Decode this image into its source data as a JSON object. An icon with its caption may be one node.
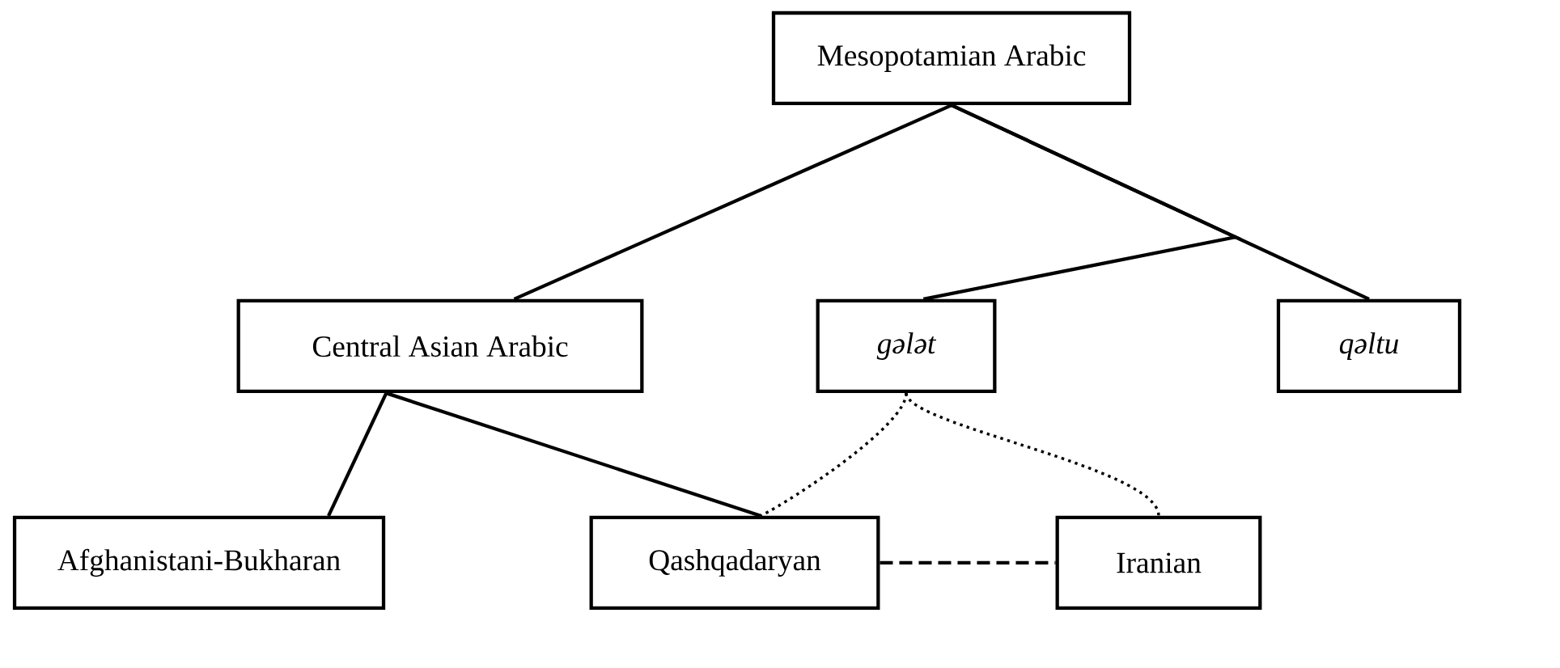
{
  "diagram": {
    "nodes": [
      {
        "text": [
          "Mesopotamian Arabic"
        ]
      },
      {
        "text": [
          "Central Asian Arabic"
        ]
      },
      {
        "text": [
          "gələt"
        ]
      },
      {
        "text": [
          "qəltu"
        ]
      },
      {
        "text": [
          "Afghanistani-Bukharan"
        ]
      },
      {
        "text": [
          "Qashqadaryan"
        ]
      },
      {
        "text": [
          "Iranian"
        ]
      }
    ],
    "edges": [
      {
        "from": 0,
        "to": 1,
        "arrow": "none"
      },
      {
        "from": 0,
        "to": 3,
        "arrow": "none"
      },
      {
        "from": 0,
        "to": 2,
        "arrow": "none"
      },
      {
        "from": 1,
        "to": 4,
        "arrow": "none"
      },
      {
        "from": 1,
        "to": 5,
        "arrow": "none"
      },
      {
        "from": 2,
        "to": 5,
        "arrow": "none",
        "style": "dashed"
      },
      {
        "from": 2,
        "to": 6,
        "arrow": "none",
        "style": "dashed"
      },
      {
        "from": 5,
        "to": 6,
        "arrow": "none",
        "style": "dashed"
      }
    ]
  }
}
